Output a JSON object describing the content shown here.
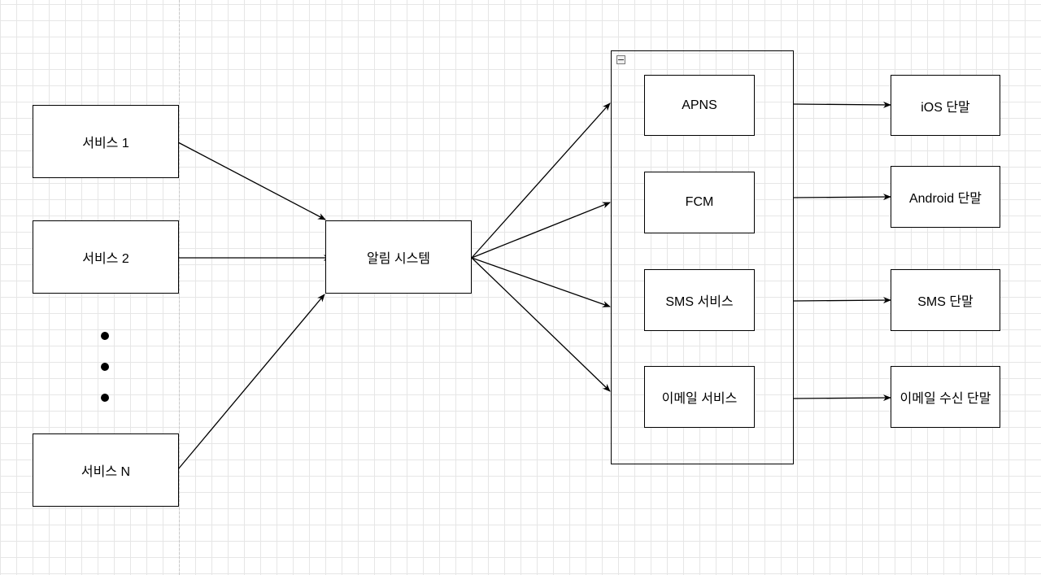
{
  "diagram": {
    "services": [
      {
        "label": "서비스 1"
      },
      {
        "label": "서비스 2"
      },
      {
        "label": "서비스 N"
      }
    ],
    "notification_system": {
      "label": "알림 시스템"
    },
    "providers": [
      {
        "label": "APNS"
      },
      {
        "label": "FCM"
      },
      {
        "label": "SMS 서비스"
      },
      {
        "label": "이메일 서비스"
      }
    ],
    "devices": [
      {
        "label": "iOS 단말"
      },
      {
        "label": "Android 단말"
      },
      {
        "label": "SMS 단말"
      },
      {
        "label": "이메일 수신 단말"
      }
    ],
    "colors": {
      "stroke": "#000000",
      "grid": "#e6e6e6",
      "background": "#ffffff"
    }
  }
}
